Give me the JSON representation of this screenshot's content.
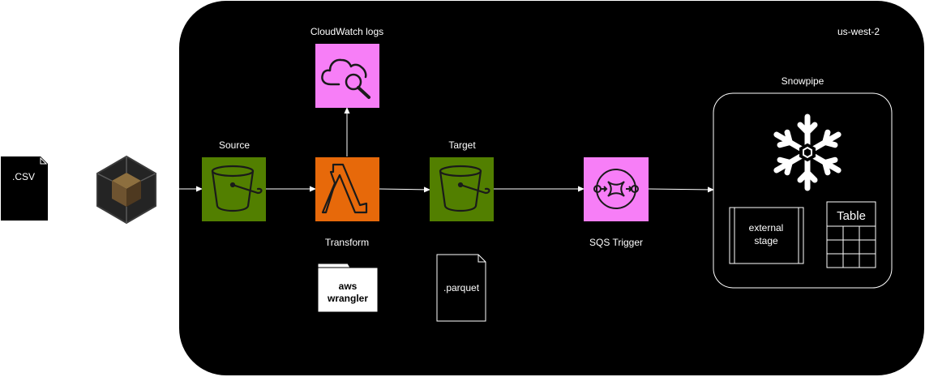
{
  "region": {
    "label": "us-west-2"
  },
  "source_file": {
    "label": ".CSV"
  },
  "nodes": {
    "cloudwatch": {
      "label": "CloudWatch logs",
      "color": "#f77ef7"
    },
    "source": {
      "label": "Source",
      "color": "#527f00"
    },
    "lambda": {
      "label": "Transform",
      "color": "#e7690a"
    },
    "target": {
      "label": "Target",
      "color": "#527f00"
    },
    "sqs": {
      "label": "SQS Trigger",
      "color": "#f77ef7"
    }
  },
  "wrangler": {
    "line1": "aws",
    "line2": "wrangler"
  },
  "output_file": {
    "label": ".parquet"
  },
  "snowpipe": {
    "label": "Snowpipe",
    "external_stage": {
      "line1": "external",
      "line2": "stage"
    },
    "table": {
      "label": "Table"
    }
  }
}
